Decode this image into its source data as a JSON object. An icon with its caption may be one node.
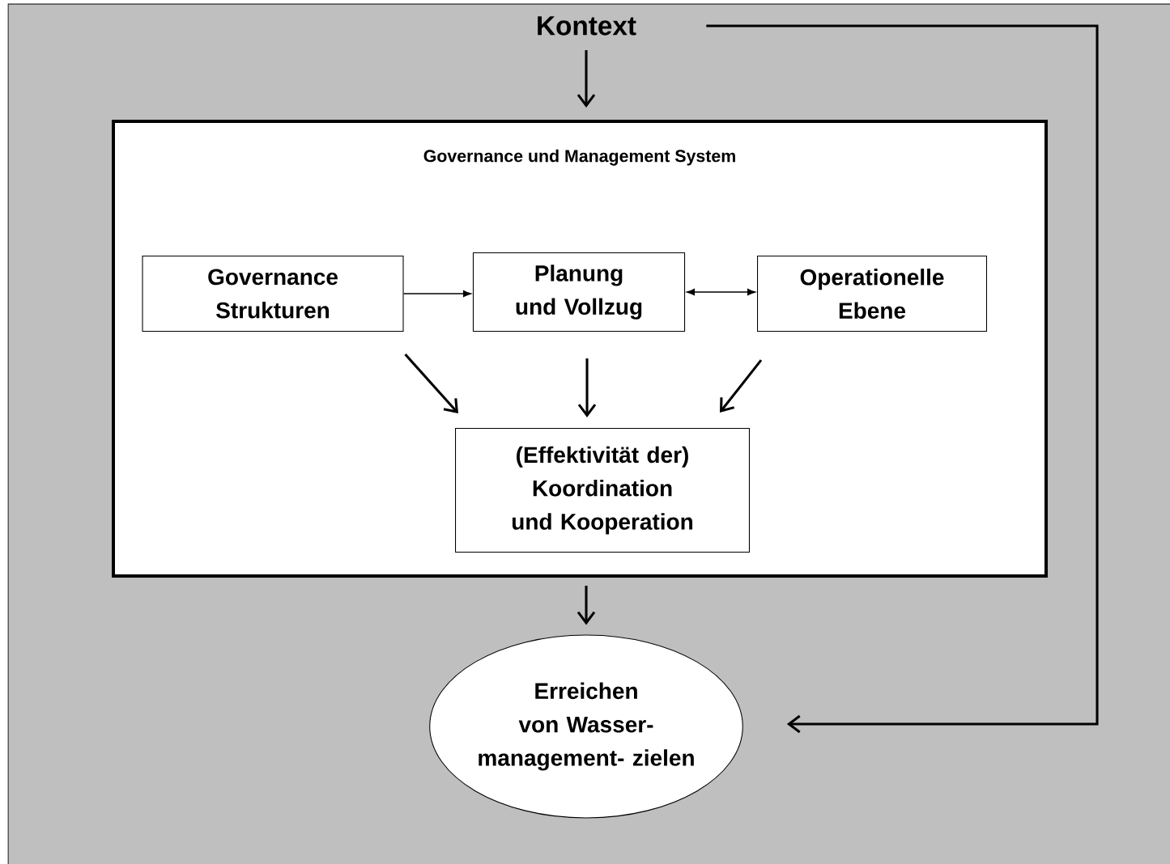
{
  "diagram": {
    "nodes": [
      {
        "text": [
          "Kontext"
        ]
      },
      {
        "text": [
          "Governance und Management System"
        ]
      },
      {
        "text": [
          "Governance Strukturen"
        ],
        "in": 1
      },
      {
        "text": [
          "Planung und Vollzug"
        ],
        "in": 1
      },
      {
        "text": [
          "Operationelle Ebene"
        ],
        "in": 1
      },
      {
        "text": [
          "(Effektivität der) Koordination und Kooperation"
        ],
        "in": 1
      },
      {
        "text": [
          "Erreichen von Wasser- management- zielen"
        ]
      }
    ],
    "edges": [
      {
        "from": 0,
        "to": 1,
        "arrow": "to"
      },
      {
        "from": 2,
        "to": 3,
        "arrow": "to"
      },
      {
        "from": 3,
        "to": 4,
        "arrow": "both"
      },
      {
        "from": 2,
        "to": 5,
        "arrow": "to"
      },
      {
        "from": 3,
        "to": 5,
        "arrow": "to"
      },
      {
        "from": 4,
        "to": 5,
        "arrow": "to"
      },
      {
        "from": 1,
        "to": 6,
        "arrow": "to"
      },
      {
        "from": 0,
        "to": 6,
        "arrow": "to"
      }
    ]
  }
}
